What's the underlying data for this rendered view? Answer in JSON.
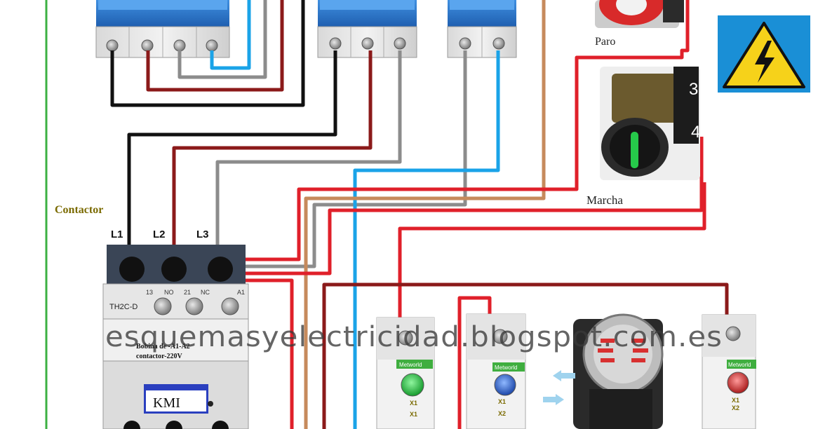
{
  "labels": {
    "paro": "Paro",
    "marcha": "Marcha",
    "contactor": "Contactor",
    "l1": "L1",
    "l2": "L2",
    "l3": "L3",
    "terminal_13": "13",
    "terminal_no": "NO",
    "terminal_21": "21",
    "terminal_nc": "NC",
    "terminal_a1": "A1",
    "model": "TH2C-D",
    "coil_line1": "Bobina de -A1-A2",
    "coil_line2": "contactor-220V",
    "kmi": "KMI",
    "pb_terminal_3": "3",
    "pb_terminal_4": "4",
    "watermark": "esquemasyelectricidad.blogspot.com.es",
    "brand": "Metworld",
    "x1": "X1",
    "x2": "X2"
  },
  "colors": {
    "black_wire": "#111111",
    "maroon_wire": "#8b1a1a",
    "gray_wire": "#8c8c8c",
    "blue_wire": "#1aa3e8",
    "brown_wire": "#c68a5c",
    "red_wire": "#e0202a",
    "green_frame": "#3cb043",
    "contactor_label": "#7a6a00",
    "hazard_bg": "#1a8fd6",
    "hazard_yellow": "#f6d21a",
    "lamp_green": "#2fd34a",
    "lamp_blue": "#2a6fe0",
    "lamp_red": "#e02a2a"
  },
  "icons": [
    "high-voltage-warning-icon",
    "stop-pushbutton-icon",
    "start-pushbutton-icon",
    "siren-icon",
    "arrow-left-icon",
    "arrow-right-icon"
  ]
}
